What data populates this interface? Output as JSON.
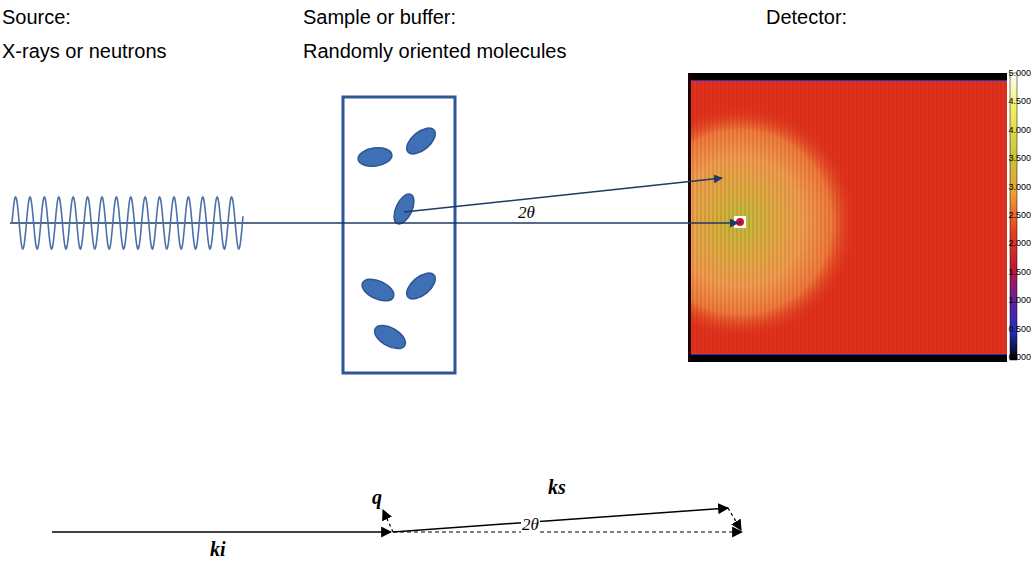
{
  "diagram": {
    "labels": [
      "Source:",
      "X-rays or neutrons",
      "Sample or buffer:",
      "Randomly oriented molecules",
      "Detector:",
      "5.000",
      "4.500",
      "4.000",
      "3.500",
      "3.000",
      "2.500",
      "2.000",
      "1.500",
      "1.000",
      "0.500",
      "0.000",
      "2θ",
      "2θ",
      "q",
      "ks",
      "ki"
    ]
  }
}
